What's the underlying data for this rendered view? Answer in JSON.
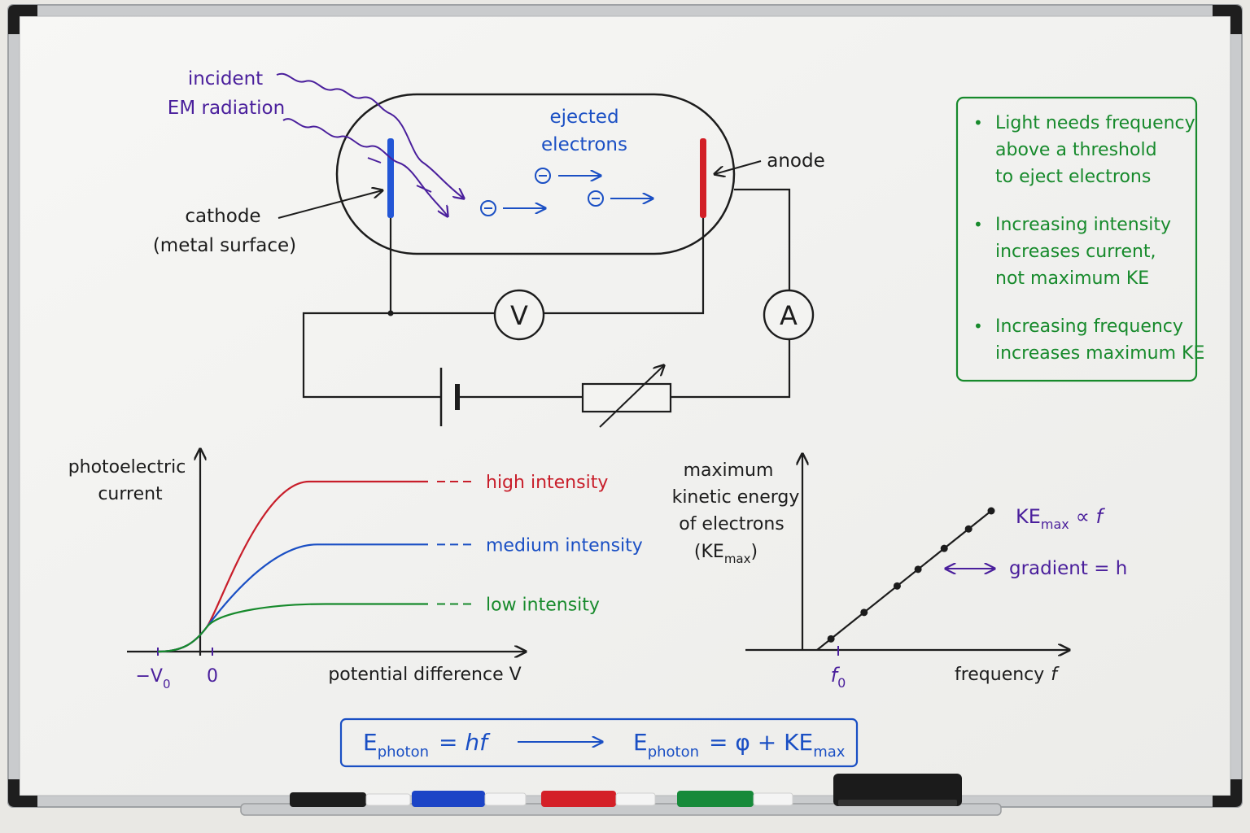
{
  "colors": {
    "ink": "#1c1c1c",
    "purple": "#4a1f9c",
    "blue": "#1a4fc4",
    "red": "#c81e2a",
    "green": "#178a2c",
    "cathode": "#2356d6",
    "anode": "#d21f26"
  },
  "apparatus": {
    "incident_line1": "incident",
    "incident_line2": "EM radiation",
    "ejected_line1": "ejected",
    "ejected_line2": "electrons",
    "cathode_line1": "cathode",
    "cathode_line2": "(metal surface)",
    "anode": "anode",
    "voltmeter": "V",
    "ammeter": "A",
    "electron_symbol": "⊖"
  },
  "notes": {
    "bullet": "•",
    "items": [
      {
        "lines": [
          "Light needs frequency",
          "above a threshold",
          "to eject electrons"
        ]
      },
      {
        "lines": [
          "Increasing intensity",
          "increases current,",
          "not maximum KE"
        ]
      },
      {
        "lines": [
          "Increasing frequency",
          "increases maximum KE"
        ]
      }
    ]
  },
  "chart_data": [
    {
      "type": "line",
      "ylabel": "photoelectric current",
      "xlabel": "potential difference V",
      "tick_labels": [
        "−V",
        "0",
        "0"
      ],
      "series": [
        {
          "name": "high intensity",
          "color": "#c81e2a",
          "saturation": 1.0
        },
        {
          "name": "medium intensity",
          "color": "#1a4fc4",
          "saturation": 0.63
        },
        {
          "name": "low intensity",
          "color": "#178a2c",
          "saturation": 0.28
        }
      ]
    },
    {
      "type": "scatter",
      "ylabel_lines": [
        "maximum",
        "kinetic energy",
        "of electrons",
        "(KE"
      ],
      "ylabel_sub": "max",
      "xlabel": "frequency",
      "xlabel_var": "f",
      "threshold_label": "f",
      "threshold_sub": "0",
      "relation": "KE",
      "relation_sub": "max",
      "relation_rest": "∝ f",
      "gradient_label": "gradient = h",
      "points_fraction": [
        0.08,
        0.27,
        0.46,
        0.58,
        0.73,
        0.87,
        1.0
      ]
    }
  ],
  "equation": {
    "lhs_symbol": "E",
    "lhs_sub": "photon",
    "lhs_rest": "= hf",
    "rhs_symbol": "E",
    "rhs_sub": "photon",
    "rhs_mid": "= φ + KE",
    "rhs_sub2": "max"
  }
}
